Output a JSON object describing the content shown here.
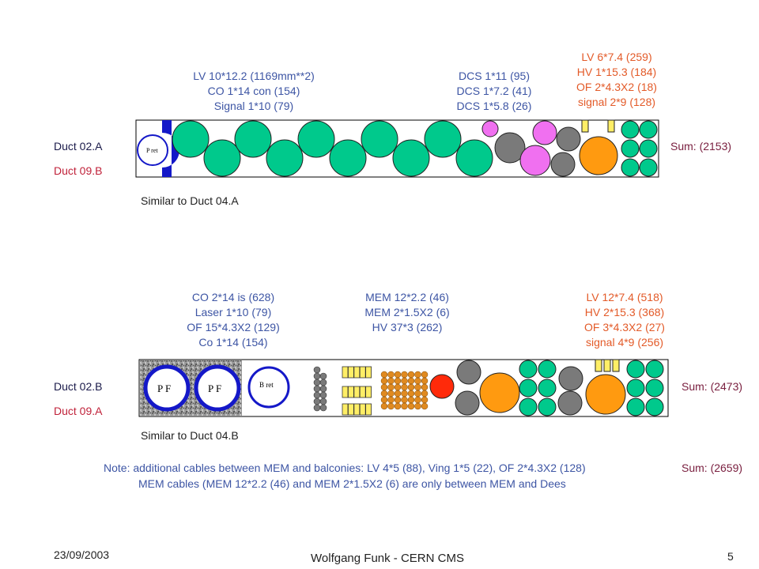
{
  "duct1": {
    "col1": [
      "LV  10*12.2 (1169mm**2)",
      "CO 1*14 con (154)",
      "Signal 1*10 (79)"
    ],
    "col2": [
      "DCS 1*11 (95)",
      "DCS 1*7.2 (41)",
      "DCS 1*5.8 (26)"
    ],
    "col3": [
      "LV  6*7.4 (259)",
      "HV 1*15.3 (184)",
      "OF 2*4.3X2 (18)",
      "signal 2*9 (128)"
    ],
    "name_a": "Duct 02.A",
    "name_b": "Duct 09.B",
    "similar": "Similar to Duct 04.A",
    "sum": "Sum: (2153)",
    "pret_label": "P ret"
  },
  "duct2": {
    "col1": [
      "CO 2*14 is (628)",
      "Laser 1*10 (79)",
      "OF 15*4.3X2 (129)",
      "Co 1*14 (154)"
    ],
    "col2": [
      "MEM 12*2.2 (46)",
      "MEM 2*1.5X2 (6)",
      "HV 37*3 (262)"
    ],
    "col3": [
      "LV 12*7.4 (518)",
      "HV 2*15.3 (368)",
      "OF 3*4.3X2 (27)",
      "signal 4*9 (256)"
    ],
    "name_a": "Duct 02.B",
    "name_b": "Duct 09.A",
    "similar": "Similar to Duct 04.B",
    "sum": "Sum: (2473)",
    "pf_label": "P F",
    "bret_label": "B ret"
  },
  "note": {
    "line1": "Note: additional cables between MEM and balconies: LV  4*5 (88), Ving 1*5 (22), OF 2*4.3X2 (128)",
    "line2": "MEM cables (MEM 12*2.2 (46) and MEM 2*1.5X2 (6) are only between MEM and Dees",
    "sum": "Sum: (2659)"
  },
  "footer": {
    "date": "23/09/2003",
    "author": "Wolfgang Funk - CERN  CMS",
    "page": "5"
  },
  "colors": {
    "lv_green": "#00c98c",
    "dcs_pink": "#f070f0",
    "grey": "#7a7a7a",
    "orange": "#ff9a10",
    "yellow": "#ffee66",
    "red": "#ff2a0a",
    "mem_orange": "#e08a20",
    "pipe_blue": "#1418c8"
  }
}
